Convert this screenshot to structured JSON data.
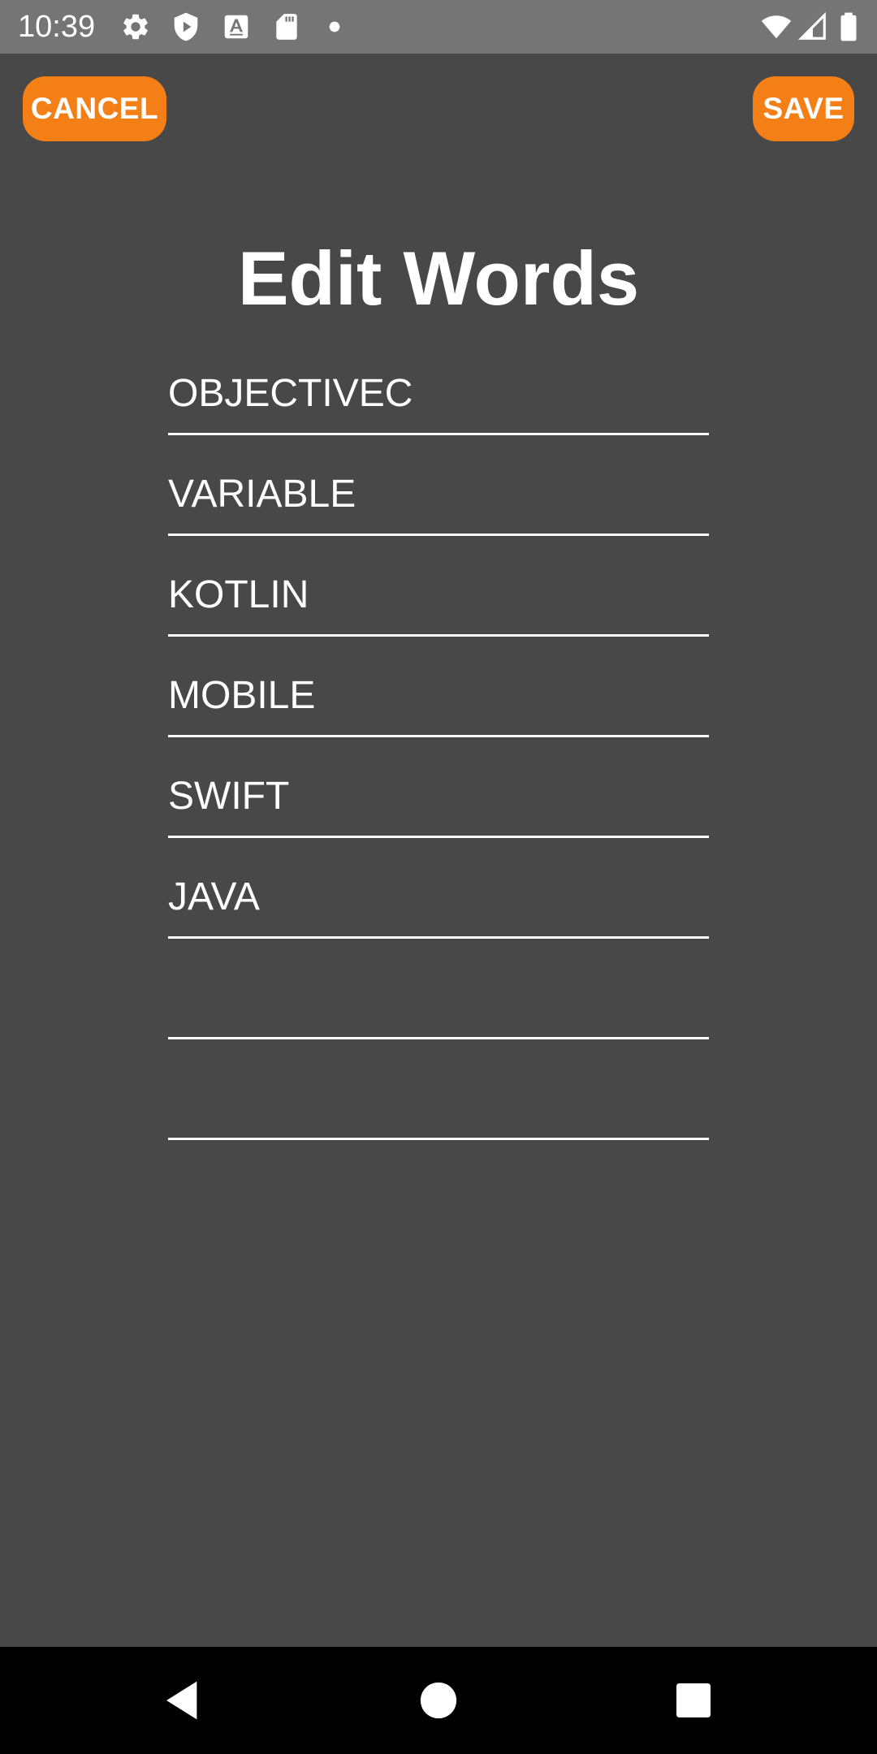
{
  "status_bar": {
    "time": "10:39",
    "left_icons": [
      "gear-icon",
      "shield-play-icon",
      "a-font-icon",
      "sd-card-icon",
      "dot-icon"
    ],
    "right_icons": [
      "wifi-icon",
      "signal-icon",
      "battery-icon"
    ]
  },
  "toolbar": {
    "cancel_label": "CANCEL",
    "save_label": "SAVE",
    "accent_color": "#f57f17"
  },
  "page": {
    "title": "Edit Words",
    "background_color": "#484848"
  },
  "words": [
    {
      "value": "OBJECTIVEC"
    },
    {
      "value": "VARIABLE"
    },
    {
      "value": "KOTLIN"
    },
    {
      "value": "MOBILE"
    },
    {
      "value": "SWIFT"
    },
    {
      "value": "JAVA"
    },
    {
      "value": ""
    },
    {
      "value": ""
    }
  ],
  "nav_bar": {
    "buttons": [
      "back-icon",
      "home-icon",
      "recents-icon"
    ]
  }
}
